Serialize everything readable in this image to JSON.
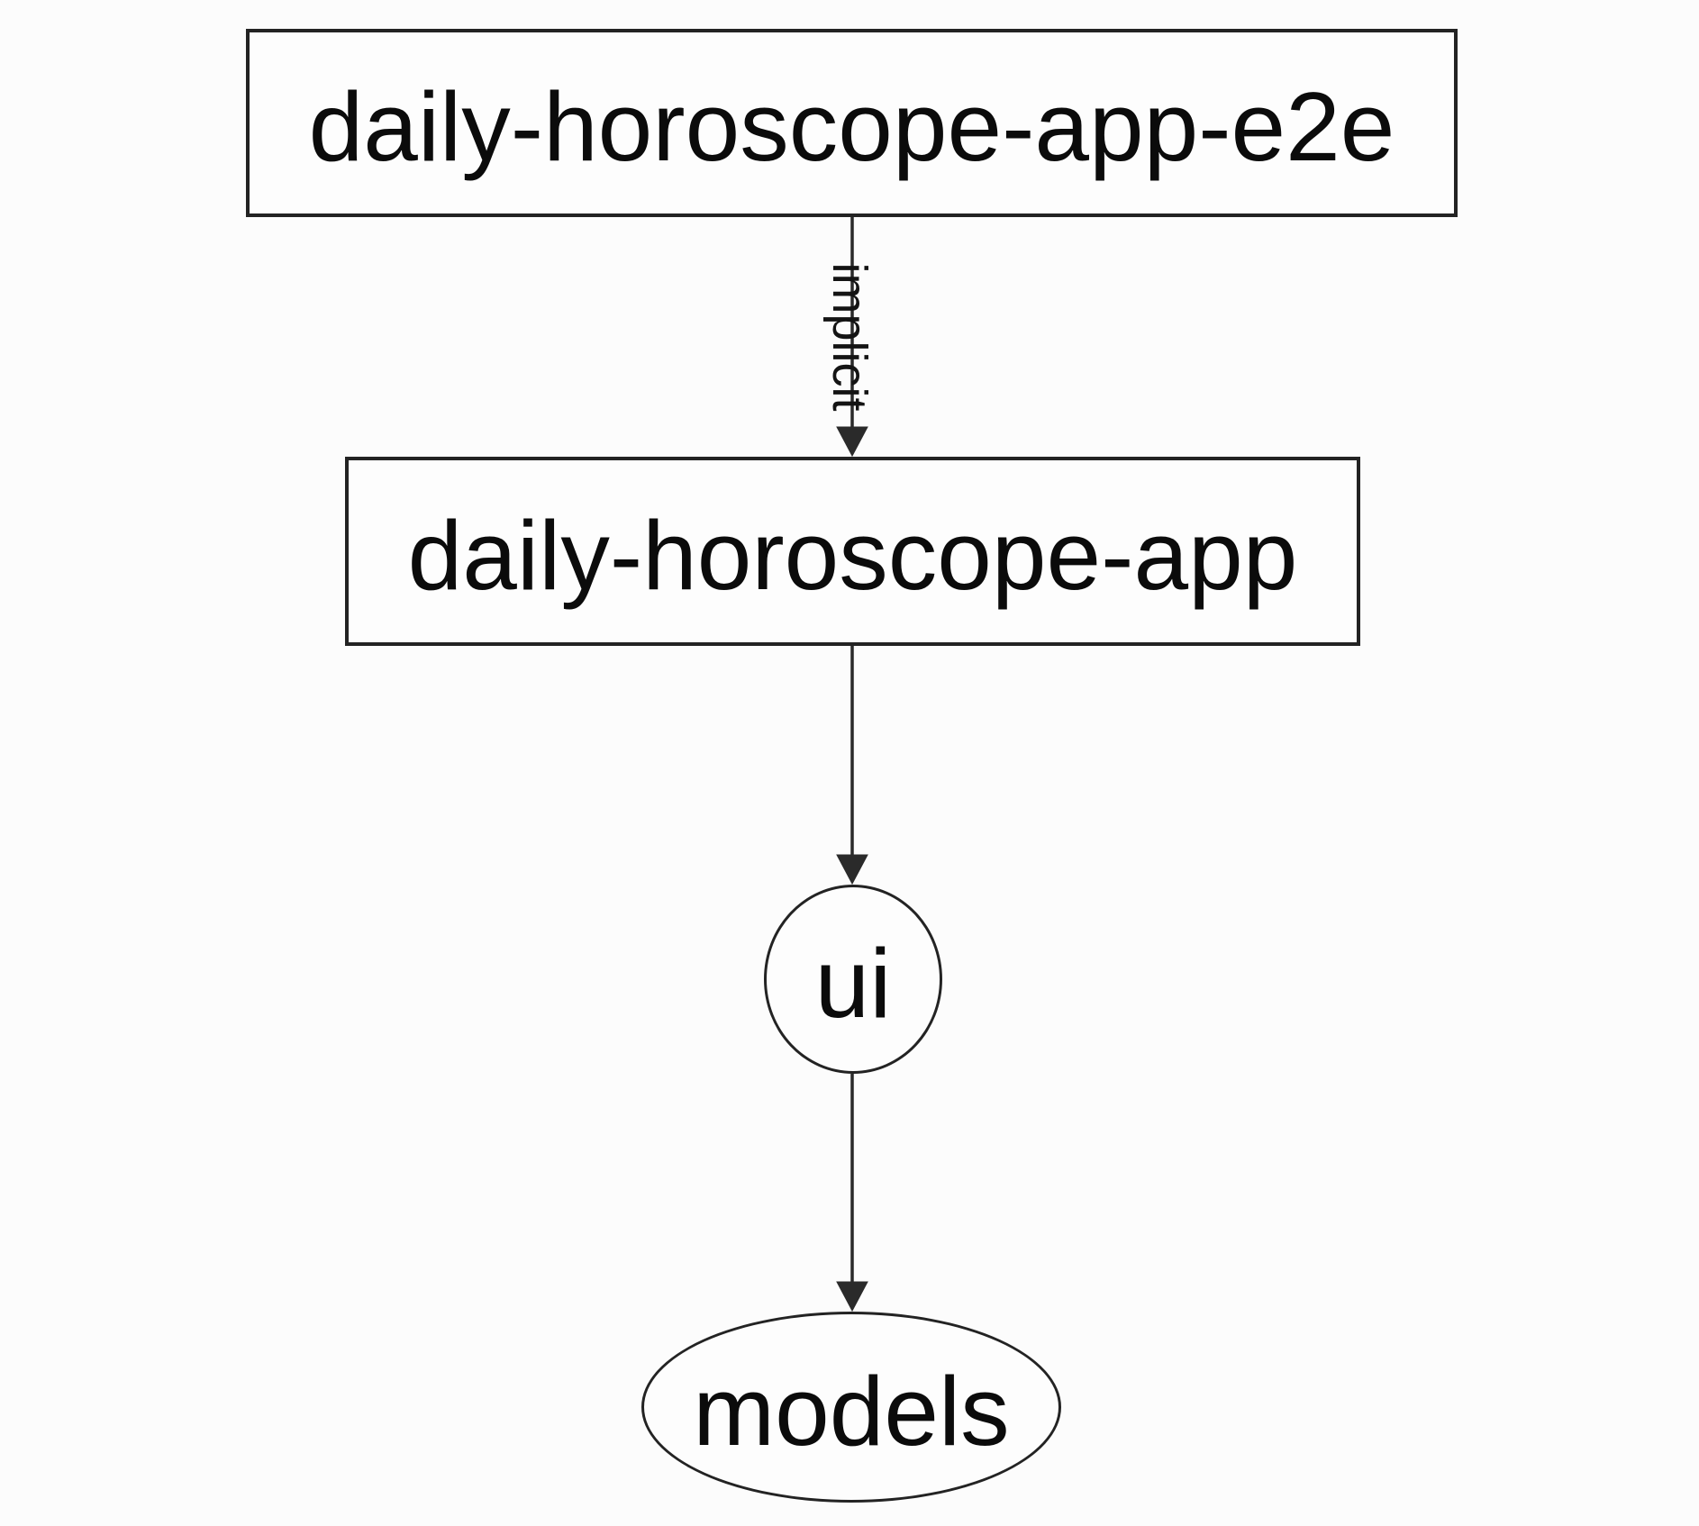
{
  "diagram": {
    "type": "dependency-graph",
    "nodes": [
      {
        "id": "daily-horoscope-app-e2e",
        "label": "daily-horoscope-app-e2e",
        "shape": "rectangle"
      },
      {
        "id": "daily-horoscope-app",
        "label": "daily-horoscope-app",
        "shape": "rectangle"
      },
      {
        "id": "ui",
        "label": "ui",
        "shape": "circle"
      },
      {
        "id": "models",
        "label": "models",
        "shape": "ellipse"
      }
    ],
    "edges": [
      {
        "from": "daily-horoscope-app-e2e",
        "to": "daily-horoscope-app",
        "label": "implicit",
        "style": "solid",
        "arrow": "down"
      },
      {
        "from": "daily-horoscope-app",
        "to": "ui",
        "label": "",
        "style": "solid",
        "arrow": "down"
      },
      {
        "from": "ui",
        "to": "models",
        "label": "",
        "style": "solid",
        "arrow": "down"
      }
    ],
    "colors": {
      "background": "#fcfcfc",
      "node_fill": "#fdfdfd",
      "stroke": "#232323",
      "edge_stroke": "#2a2a2a",
      "text": "#0b0b0b"
    }
  }
}
